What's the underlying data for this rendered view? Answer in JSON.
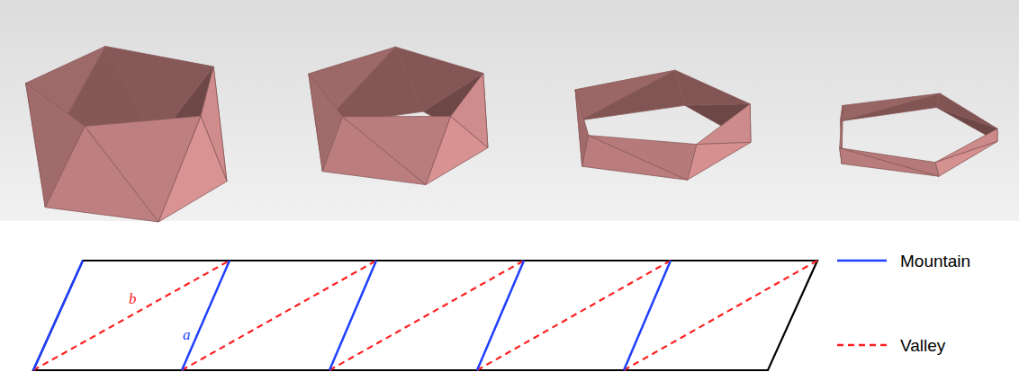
{
  "diagram": {
    "labels": [
      "b",
      "a"
    ],
    "legend": [
      {
        "text": "Mountain"
      },
      {
        "text": "Valley"
      }
    ]
  }
}
